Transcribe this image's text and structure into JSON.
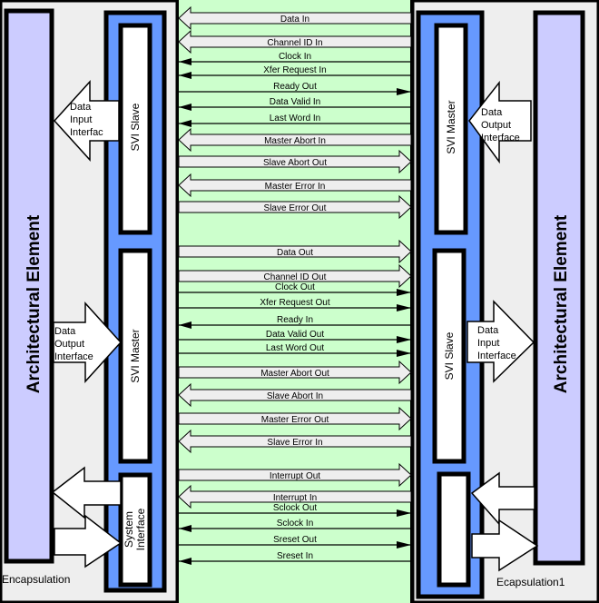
{
  "colors": {
    "bus_bg": "#ccffcc",
    "encap_bg": "#eeeeee",
    "arch_fill": "#ccccff",
    "svi_blue": "#6699ff",
    "block_fill": "#ffffff",
    "line": "#000000",
    "wide_arrow_fill": "#eeeeee"
  },
  "left": {
    "encapsulation_label": "Encapsulation",
    "arch_label": "Architectural Element",
    "top_block_label": "SVI Slave",
    "mid_block_label": "SVI Master",
    "bottom_block_label_line1": "System",
    "bottom_block_label_line2": "Interface",
    "top_iface_lines": [
      "Data",
      "Input",
      "Interfac"
    ],
    "mid_iface_lines": [
      "Data",
      "Output",
      "Interface"
    ]
  },
  "right": {
    "encapsulation_label": "Ecapsulation1",
    "arch_label": "Architectural Element",
    "top_block_label": "SVI Master",
    "mid_block_label": "SVI Slave",
    "top_iface_lines": [
      "Data",
      "Output",
      "Interface"
    ],
    "mid_iface_lines": [
      "Data",
      "Input",
      "Interface"
    ]
  },
  "signals": [
    {
      "label": "Data In",
      "dir": "left",
      "kind": "wide"
    },
    {
      "label": "Channel ID In",
      "dir": "left",
      "kind": "wide"
    },
    {
      "label": "Clock In",
      "dir": "left",
      "kind": "line"
    },
    {
      "label": "Xfer Request In",
      "dir": "left",
      "kind": "line"
    },
    {
      "label": "Ready Out",
      "dir": "right",
      "kind": "line"
    },
    {
      "label": "Data Valid In",
      "dir": "left",
      "kind": "line"
    },
    {
      "label": "Last Word In",
      "dir": "left",
      "kind": "line"
    },
    {
      "label": "Master Abort In",
      "dir": "left",
      "kind": "wide"
    },
    {
      "label": "Slave Abort Out",
      "dir": "right",
      "kind": "wide"
    },
    {
      "label": "Master Error In",
      "dir": "left",
      "kind": "wide"
    },
    {
      "label": "Slave Error Out",
      "dir": "right",
      "kind": "wide"
    },
    {
      "label": "Data Out",
      "dir": "right",
      "kind": "wide"
    },
    {
      "label": "Channel ID Out",
      "dir": "right",
      "kind": "wide"
    },
    {
      "label": "Clock Out",
      "dir": "right",
      "kind": "line"
    },
    {
      "label": "Xfer Request Out",
      "dir": "right",
      "kind": "line"
    },
    {
      "label": "Ready In",
      "dir": "left",
      "kind": "line"
    },
    {
      "label": "Data Valid Out",
      "dir": "right",
      "kind": "line"
    },
    {
      "label": "Last Word Out",
      "dir": "right",
      "kind": "line"
    },
    {
      "label": "Master Abort Out",
      "dir": "right",
      "kind": "wide"
    },
    {
      "label": "Slave Abort In",
      "dir": "left",
      "kind": "wide"
    },
    {
      "label": "Master Error Out",
      "dir": "right",
      "kind": "wide"
    },
    {
      "label": "Slave Error In",
      "dir": "left",
      "kind": "wide"
    },
    {
      "label": "Interrupt Out",
      "dir": "right",
      "kind": "wide"
    },
    {
      "label": "Interrupt In",
      "dir": "left",
      "kind": "wide"
    },
    {
      "label": "Sclock Out",
      "dir": "right",
      "kind": "line"
    },
    {
      "label": "Sclock In",
      "dir": "left",
      "kind": "line"
    },
    {
      "label": "Sreset Out",
      "dir": "right",
      "kind": "line"
    },
    {
      "label": "Sreset In",
      "dir": "left",
      "kind": "line"
    }
  ]
}
